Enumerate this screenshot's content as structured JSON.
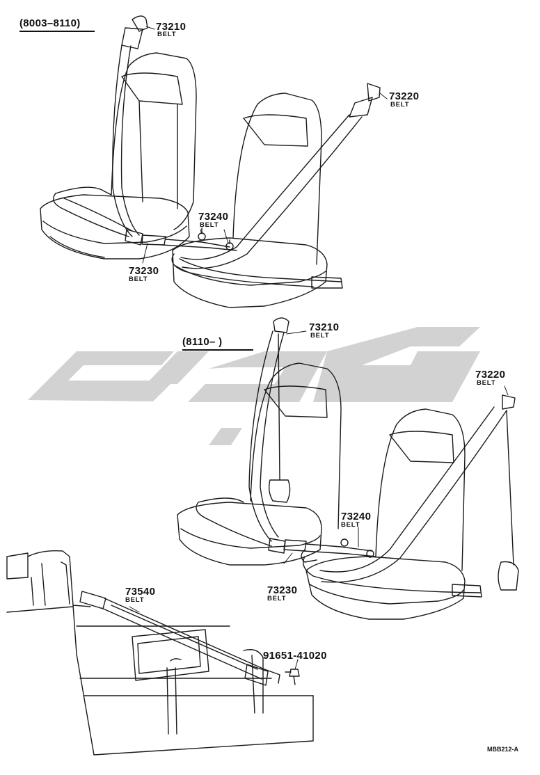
{
  "ranges": {
    "top": "(8003–8110)",
    "bottom": "(8110–      )"
  },
  "labels": {
    "p73210_top": {
      "num": "73210",
      "text": "BELT"
    },
    "p73220_top": {
      "num": "73220",
      "text": "BELT"
    },
    "p73240_top": {
      "num": "73240",
      "text": "BELT"
    },
    "p73230_top": {
      "num": "73230",
      "text": "BELT"
    },
    "p73210_bot": {
      "num": "73210",
      "text": "BELT"
    },
    "p73220_bot": {
      "num": "73220",
      "text": "BELT"
    },
    "p73240_bot": {
      "num": "73240",
      "text": "BELT"
    },
    "p73230_bot": {
      "num": "73230",
      "text": "BELT"
    },
    "p73540": {
      "num": "73540",
      "text": "BELT"
    },
    "p91651": {
      "num": "91651-41020"
    }
  },
  "figure_code": "MBB212-A",
  "colors": {
    "line": "#1a1a1a",
    "watermark": "#d2d2d2"
  }
}
